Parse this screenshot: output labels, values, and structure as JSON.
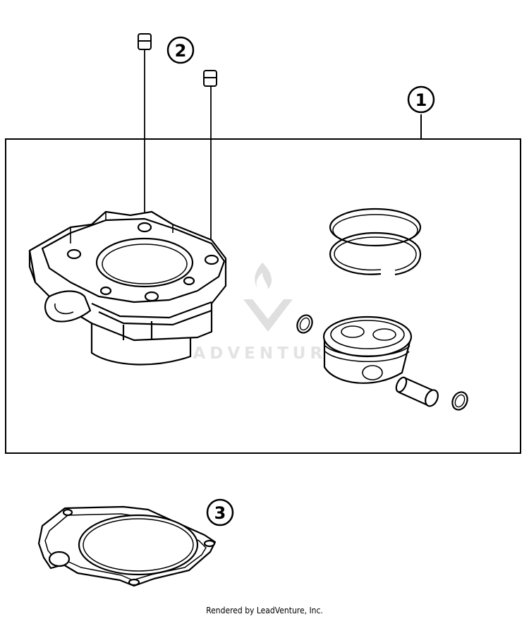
{
  "callouts": {
    "c1": "1",
    "c2": "2",
    "c3": "3"
  },
  "watermark": {
    "text": "LEADVENTURE"
  },
  "footer": {
    "text": "Rendered by LeadVenture, Inc."
  },
  "colors": {
    "line": "#000000",
    "background": "#ffffff",
    "watermark": "#d9d9d9"
  }
}
